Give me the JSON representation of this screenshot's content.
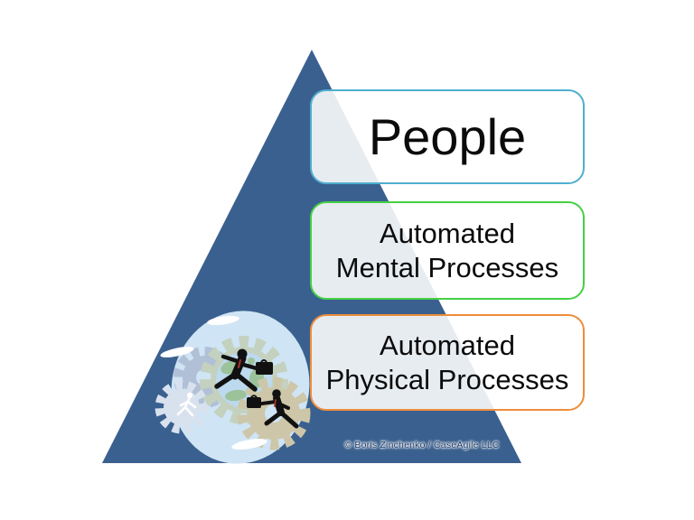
{
  "slide": {
    "description": "Pyramid diagram of enterprise processes with clipart of businessmen running on gears",
    "background_color": "#ffffff"
  },
  "pyramid": {
    "triangle_color": "#3a608f",
    "levels": [
      {
        "id": "people",
        "label": "People",
        "lines": [
          "People"
        ],
        "border_color": "#4faece"
      },
      {
        "id": "automated-mental-processes",
        "label": "Automated Mental Processes",
        "lines": [
          "Automated",
          "Mental Processes"
        ],
        "border_color": "#44d044"
      },
      {
        "id": "automated-physical-processes",
        "label": "Automated Physical Processes",
        "lines": [
          "Automated",
          "Physical Processes"
        ],
        "border_color": "#ee8d3b"
      }
    ]
  },
  "illustration": {
    "name": "businessmen-running-on-gears-clipart",
    "colors": {
      "oval": "#cfe4f4",
      "gear_green": "#c3d1be",
      "gear_tan": "#cdc6a9",
      "gear_blue_gray": "#aebdd3",
      "gear_light": "#d8e2ee",
      "globe_water": "#bdd9ee",
      "globe_land": "#9cc29a",
      "figures": "#111111",
      "clouds": "#ffffff"
    }
  },
  "footer": {
    "copyright": "© Boris Zinchenko / CaseAgile LLC"
  }
}
